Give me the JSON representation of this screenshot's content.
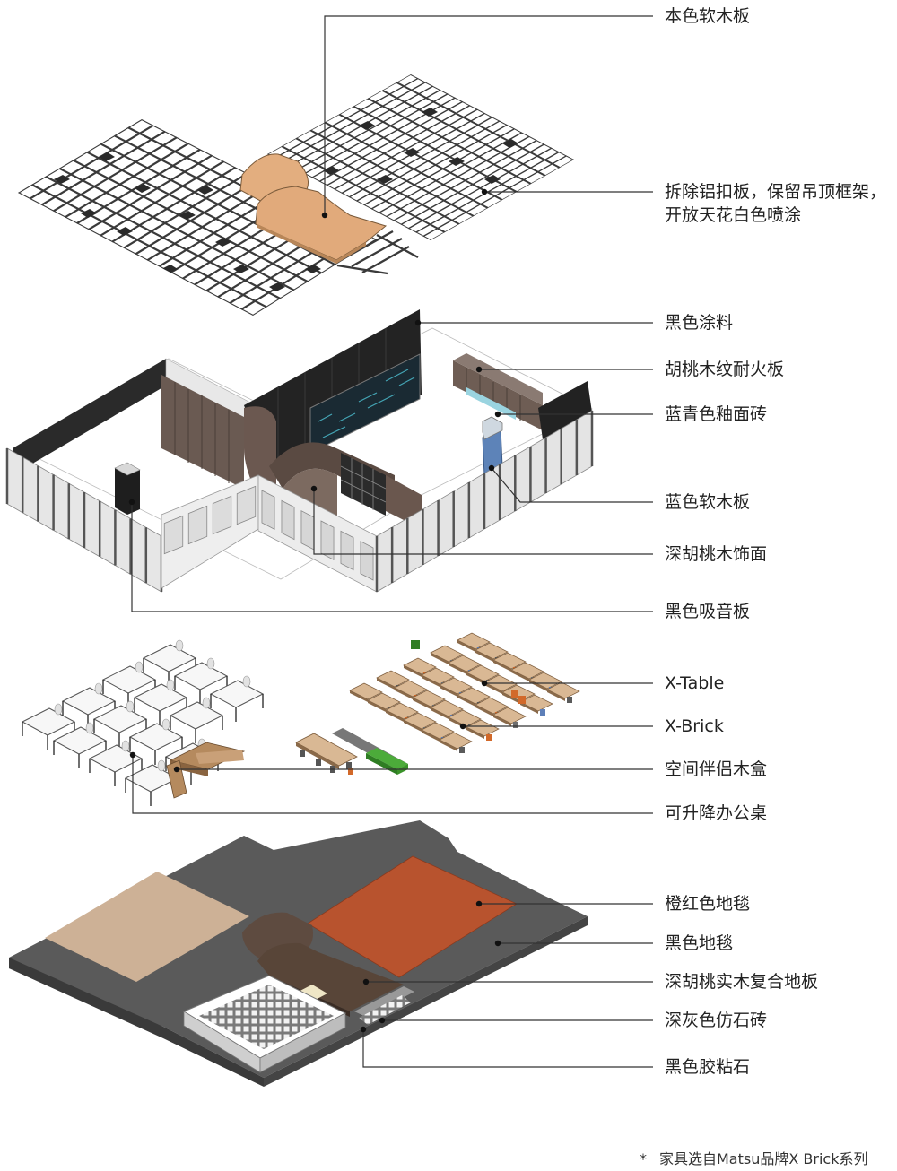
{
  "layers": [
    {
      "id": "ceiling",
      "callouts": [
        {
          "id": "natural-cork-board",
          "text": "本色软木板"
        },
        {
          "id": "ceiling-note",
          "lines": [
            "拆除铝扣板，保留吊顶框架，",
            "开放天花白色喷涂"
          ]
        }
      ]
    },
    {
      "id": "walls",
      "callouts": [
        {
          "id": "black-paint",
          "text": "黑色涂料"
        },
        {
          "id": "walnut-fireproof-board",
          "text": "胡桃木纹耐火板"
        },
        {
          "id": "teal-glazed-tile",
          "text": "蓝青色釉面砖"
        },
        {
          "id": "blue-cork-board",
          "text": "蓝色软木板"
        },
        {
          "id": "dark-walnut-veneer",
          "text": "深胡桃木饰面"
        },
        {
          "id": "black-acoustic-panel",
          "text": "黑色吸音板"
        }
      ]
    },
    {
      "id": "furniture",
      "callouts": [
        {
          "id": "x-table",
          "text": "X-Table"
        },
        {
          "id": "x-brick",
          "text": "X-Brick"
        },
        {
          "id": "space-companion-box",
          "text": "空间伴侣木盒"
        },
        {
          "id": "lifting-desk",
          "text": "可升降办公桌"
        }
      ]
    },
    {
      "id": "floor",
      "callouts": [
        {
          "id": "orange-red-carpet",
          "text": "橙红色地毯"
        },
        {
          "id": "black-carpet",
          "text": "黑色地毯"
        },
        {
          "id": "walnut-engineered-floor",
          "text": "深胡桃实木复合地板"
        },
        {
          "id": "dark-grey-stone-tile",
          "text": "深灰色仿石砖"
        },
        {
          "id": "black-terrazzo",
          "text": "黑色胶粘石"
        }
      ]
    }
  ],
  "footnote": {
    "mark": "*",
    "text": "家具选自Matsu品牌X Brick系列"
  },
  "colors": {
    "cork": "#e3ae7f",
    "grid": "#3a3a3a",
    "orange_carpet": "#b8532e",
    "beige_carpet": "#cdb196",
    "black_carpet": "#555555",
    "walnut": "#5e4b40",
    "teal_tile": "#1a2a33",
    "blue_cork": "#5d83b8",
    "green_box": "#4cab3a"
  }
}
